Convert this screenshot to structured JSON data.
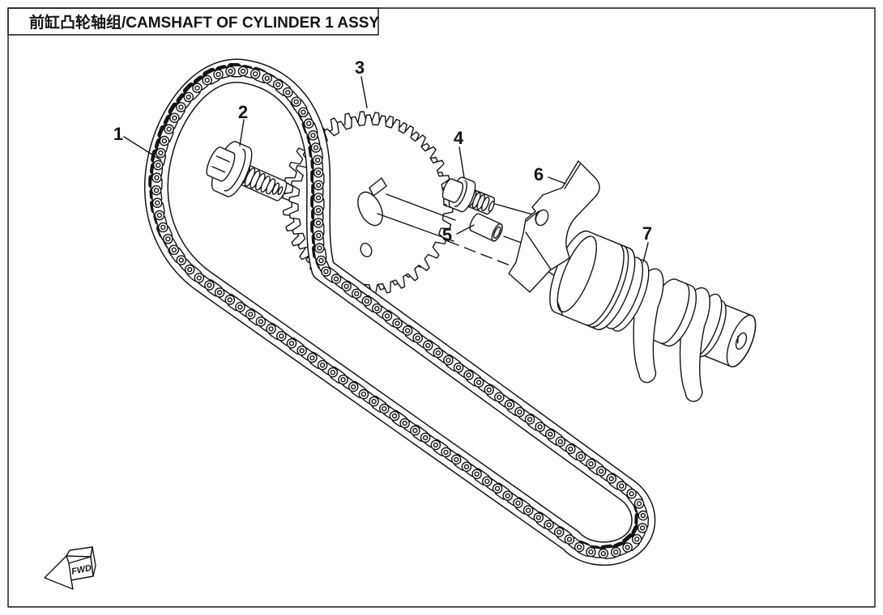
{
  "title": "前缸凸轮轴组/CAMSHAFT OF CYLINDER 1 ASSY",
  "direction_marker": "FWD",
  "colors": {
    "ink": "#141414",
    "paper": "#ffffff"
  },
  "callouts": [
    {
      "number": "1"
    },
    {
      "number": "2"
    },
    {
      "number": "3"
    },
    {
      "number": "4"
    },
    {
      "number": "5"
    },
    {
      "number": "6"
    },
    {
      "number": "7"
    }
  ]
}
